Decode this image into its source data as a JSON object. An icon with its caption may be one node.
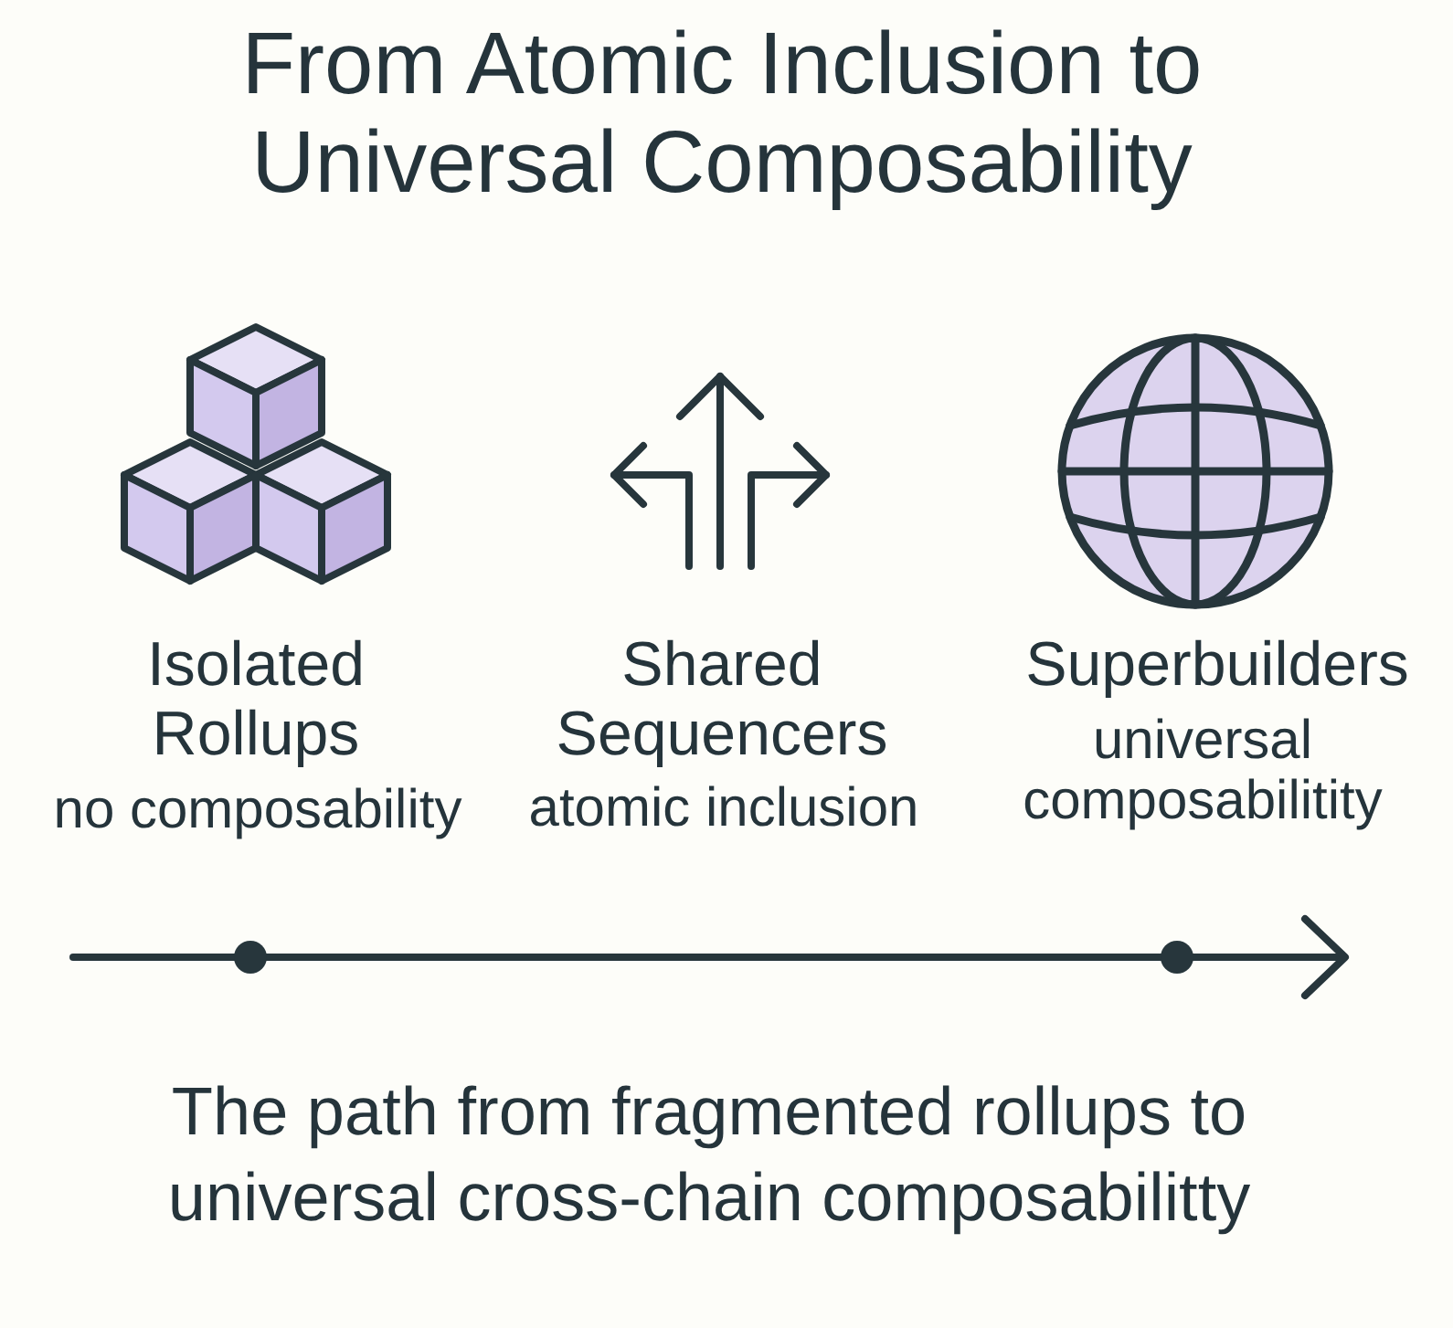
{
  "diagram": {
    "title": "From Atomic Inclusion to Universal Composability",
    "caption": "The path from fragmented rollups to universal cross-chain composabilitty",
    "labels": [
      "Isolated Rollups",
      "no composability",
      "Shared Sequencers",
      "atomic inclusion",
      "Superbuilders",
      "universal composabilitity"
    ]
  }
}
